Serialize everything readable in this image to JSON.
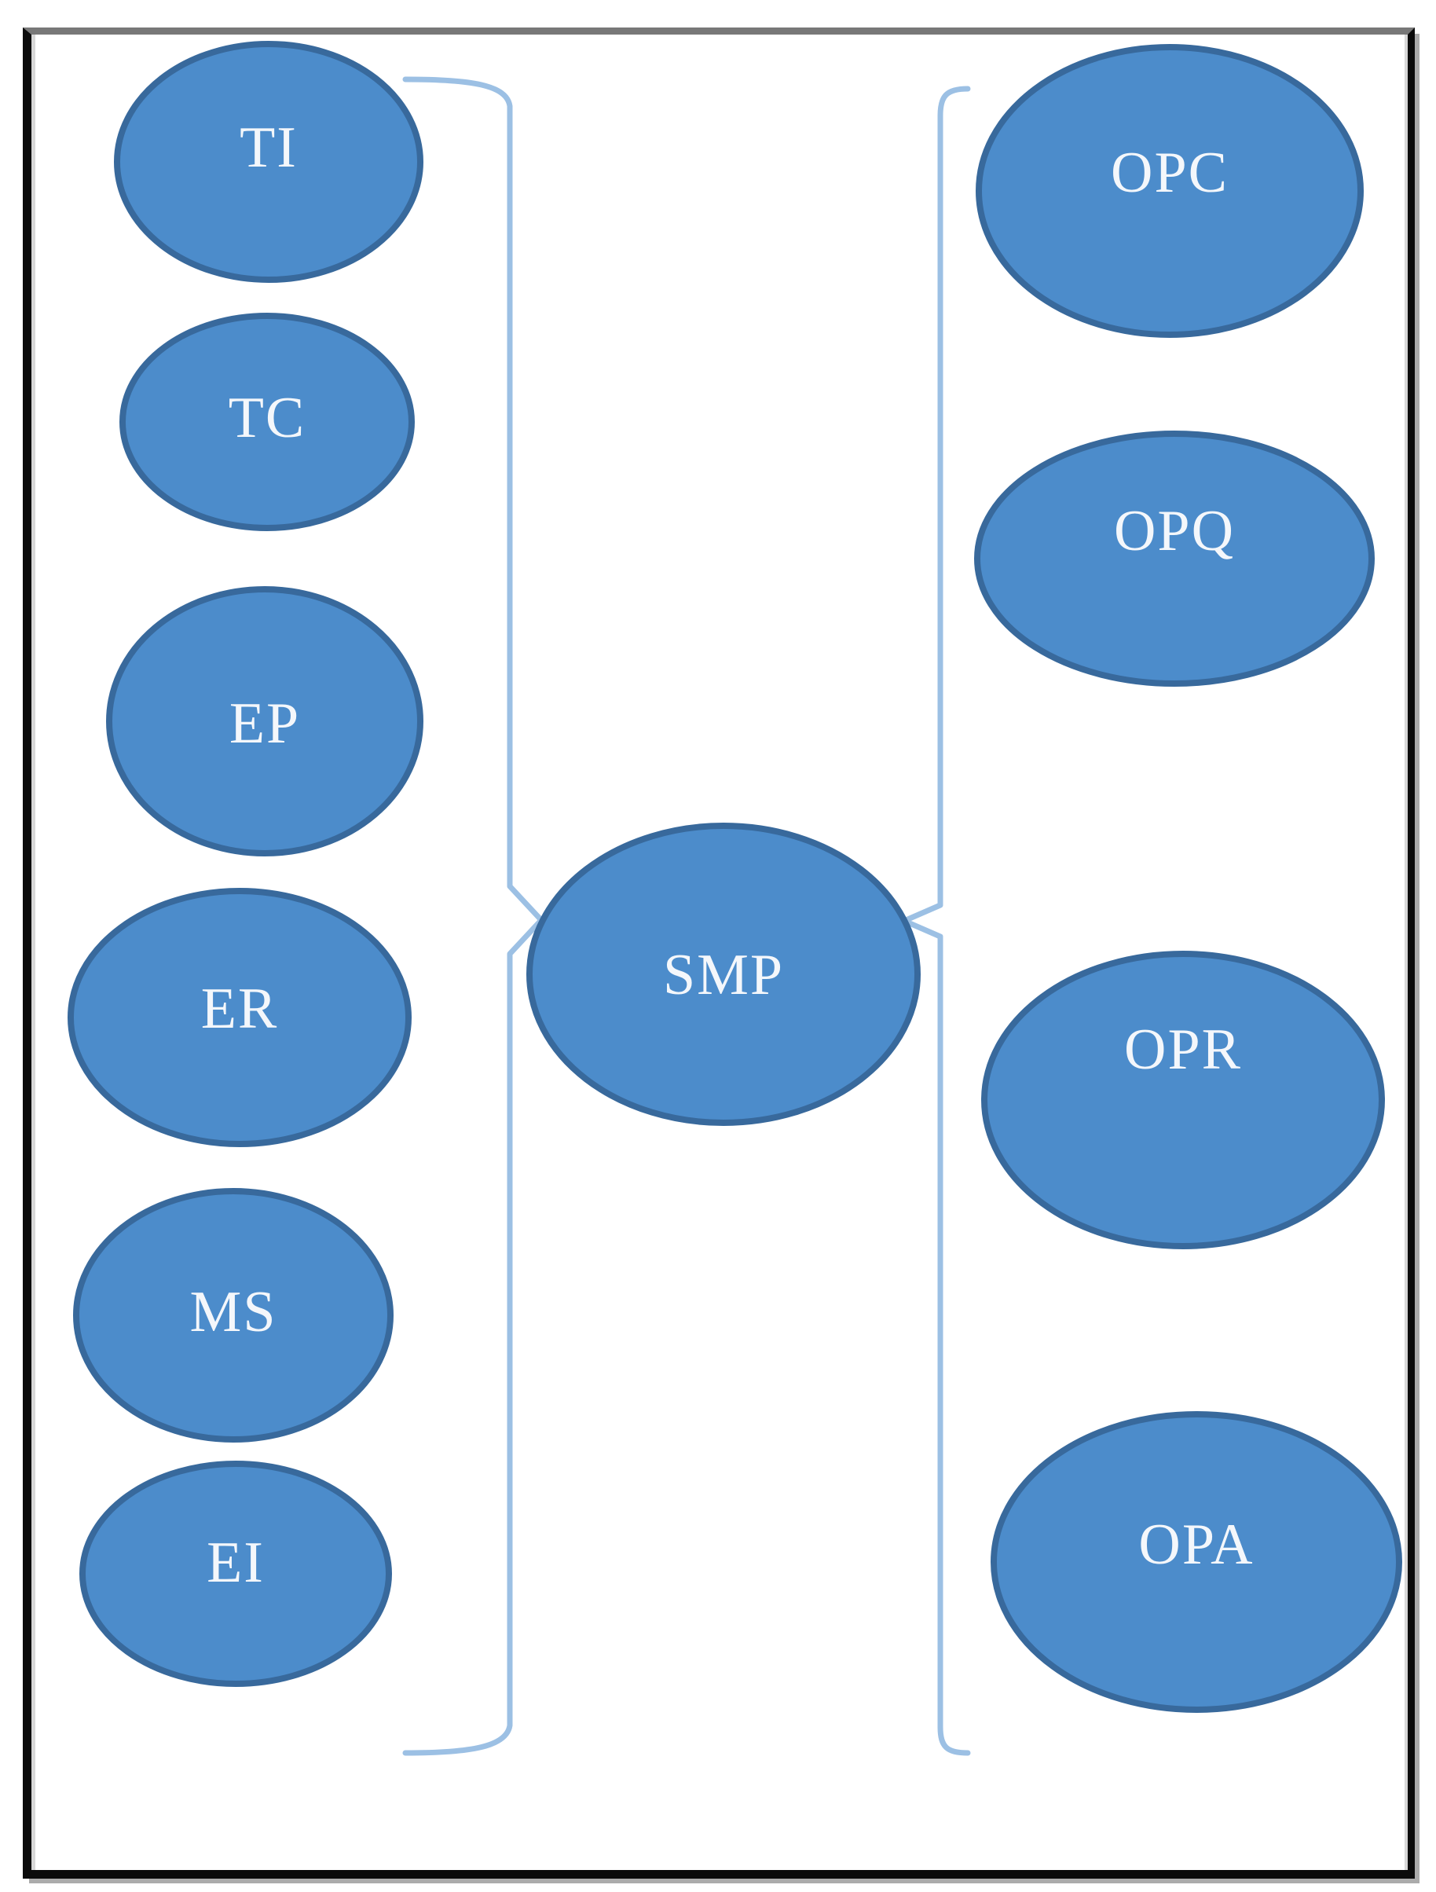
{
  "figure": {
    "nodes": {
      "left": [
        {
          "label": "TI"
        },
        {
          "label": "TC"
        },
        {
          "label": "EP"
        },
        {
          "label": "ER"
        },
        {
          "label": "MS"
        },
        {
          "label": "EI"
        }
      ],
      "center": {
        "label": "SMP"
      },
      "right": [
        {
          "label": "OPC"
        },
        {
          "label": "OPQ"
        },
        {
          "label": "OPR"
        },
        {
          "label": "OPA"
        }
      ]
    },
    "colors": {
      "node_fill": "#4c8ccb",
      "node_stroke": "#38699c",
      "label": "#f4f7fb",
      "brace": "#9cc0e4",
      "frame_top": "#787878",
      "frame_dark": "#0b0b0b",
      "frame_light": "#d7d7d7",
      "frame_shadow": "#ababab"
    }
  }
}
